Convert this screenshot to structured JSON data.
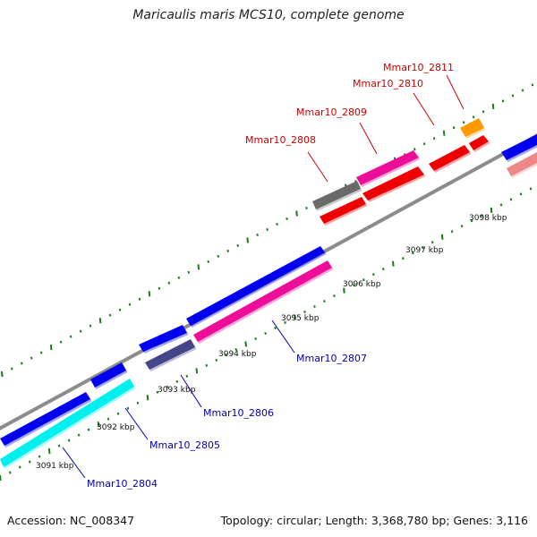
{
  "title": "Maricaulis maris MCS10, complete genome",
  "footer": {
    "accession": "Accession: NC_008347",
    "stats": "Topology: circular; Length: 3,368,780 bp; Genes: 3,116"
  },
  "colors": {
    "backbone": "#8c8c8c",
    "tick": "#1a7a1a",
    "label_forward": "#cc0000",
    "label_reverse": "#0000b0"
  },
  "kbp_labels": [
    "3091 kbp",
    "3092 kbp",
    "3093 kbp",
    "3094 kbp",
    "3095 kbp",
    "3096 kbp",
    "3097 kbp",
    "3098 kbp"
  ],
  "gene_labels": {
    "forward": [
      "Mmar10_2808",
      "Mmar10_2809",
      "Mmar10_2810",
      "Mmar10_2811"
    ],
    "reverse": [
      "Mmar10_2804",
      "Mmar10_2805",
      "Mmar10_2806",
      "Mmar10_2807"
    ]
  },
  "feature_colors": {
    "blue": "#0000ee",
    "cyan": "#00f0f0",
    "dark_slate": "#44448a",
    "pink": "#ee1199",
    "gray": "#6a6a6a",
    "red": "#ee0000",
    "orange": "#ff9900",
    "salmon": "#ee8888"
  }
}
